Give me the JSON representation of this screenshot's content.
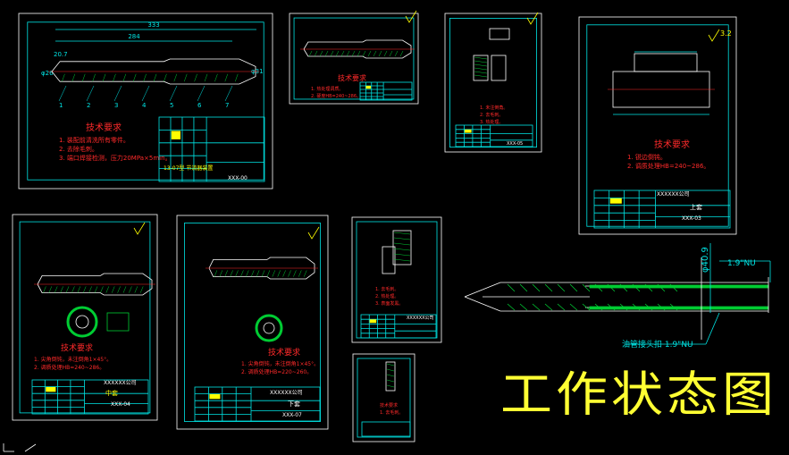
{
  "colors": {
    "background": "#000000",
    "sheet_border": "#ffffff",
    "frame": "#00e5e5",
    "geometry": "#ffffff",
    "dimension": "#00e5e5",
    "note": "#ff2a2a",
    "hatch": "#00cc33",
    "title_text": "#ffff33",
    "highlight": "#ffff00"
  },
  "overview_label": "工作状态图",
  "sheets": [
    {
      "id": "sheet1",
      "dims": [
        "333",
        "284",
        "20.7",
        "φ26",
        "φ31"
      ],
      "notes_title": "技术要求",
      "notes": [
        "1. 装配前清洗所有零件。",
        "2. 去除毛刺。",
        "3. 端口焊接检测，压力20MPa×5min。"
      ],
      "balloons": [
        "1",
        "2",
        "3",
        "4",
        "5",
        "6",
        "7"
      ],
      "title_text": "13-07型 节流器装置",
      "drawing_no": "XXX-00"
    },
    {
      "id": "sheet2",
      "notes_title": "技术要求",
      "notes": [
        "1. 热处理调质。",
        "2. 硬度HB=240~286。"
      ]
    },
    {
      "id": "sheet3",
      "title_text": "XXXXXX公司",
      "drawing_no": "XXX-05",
      "notes": [
        "1. 未注倒角。",
        "2. 去毛刺。",
        "3. 热处理。"
      ]
    },
    {
      "id": "sheet4",
      "notes_title": "技术要求",
      "notes": [
        "1. 锐边倒钝。",
        "2. 调质处理HB=240~286。"
      ],
      "company": "XXXXXX公司",
      "part_name": "上套",
      "drawing_no": "XXX-03",
      "roughness": "3.2"
    },
    {
      "id": "sheet5",
      "notes_title": "技术要求",
      "notes": [
        "1. 尖角倒钝，未注倒角1×45°。",
        "2. 调质处理HB=240~286。"
      ],
      "company": "XXXXXX公司",
      "part_name": "中套",
      "drawing_no": "XXX-04"
    },
    {
      "id": "sheet6",
      "notes_title": "技术要求",
      "notes": [
        "1. 尖角倒钝，未注倒角1×45°。",
        "2. 调质处理HB=220~260。"
      ],
      "company": "XXXXXX公司",
      "part_name": "下套",
      "drawing_no": "XXX-07"
    },
    {
      "id": "sheet7",
      "company": "XXXXXX公司",
      "notes": [
        "1. 去毛刺。",
        "2. 热处理。",
        "3. 表面发黑。"
      ]
    },
    {
      "id": "sheet8",
      "notes": [
        "技术要求",
        "1. 去毛刺。"
      ]
    }
  ],
  "assembly": {
    "dia_label": "φ40.9",
    "thread_top": "1.9\"NU",
    "leader_label": "油管接头扣 1.9\"NU"
  }
}
